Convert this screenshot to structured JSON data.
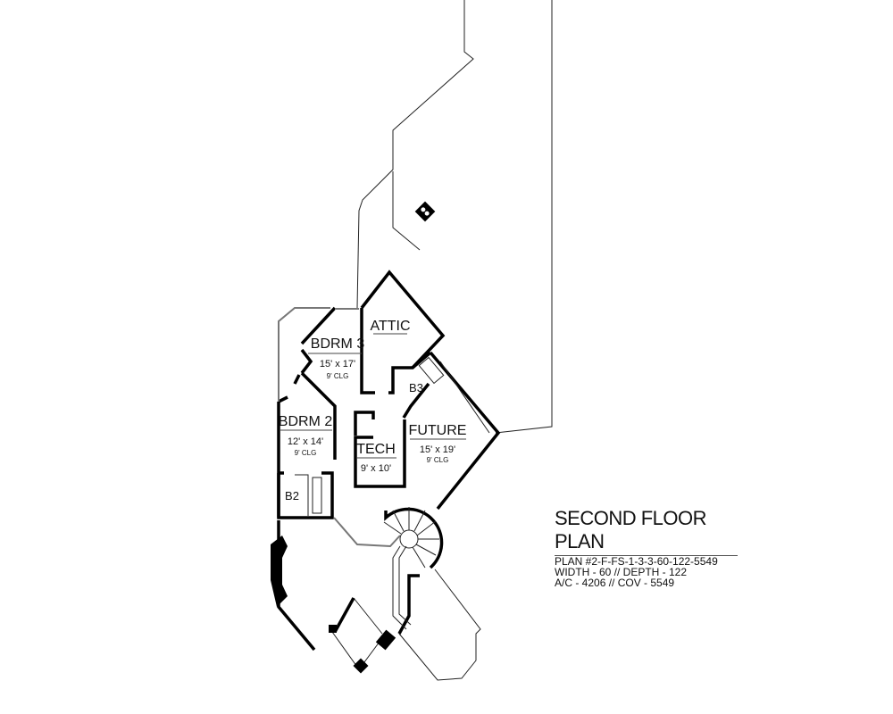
{
  "plan": {
    "title": "SECOND FLOOR PLAN",
    "lines": [
      "PLAN #2-F-FS-1-3-3-60-122-5549",
      "WIDTH - 60 // DEPTH - 122",
      "A/C - 4206 // COV - 5549"
    ]
  },
  "rooms": {
    "attic": {
      "name": "ATTIC"
    },
    "bdrm3": {
      "name": "BDRM 3",
      "size": "15' x 17'",
      "clg": "9' CLG"
    },
    "bdrm2": {
      "name": "BDRM 2",
      "size": "12' x 14'",
      "clg": "9' CLG"
    },
    "b3": {
      "name": "B3"
    },
    "b2": {
      "name": "B2"
    },
    "tech": {
      "name": "TECH",
      "size": "9' x 10'"
    },
    "future": {
      "name": "FUTURE",
      "size": "15' x 19'",
      "clg": "9' CLG"
    }
  }
}
